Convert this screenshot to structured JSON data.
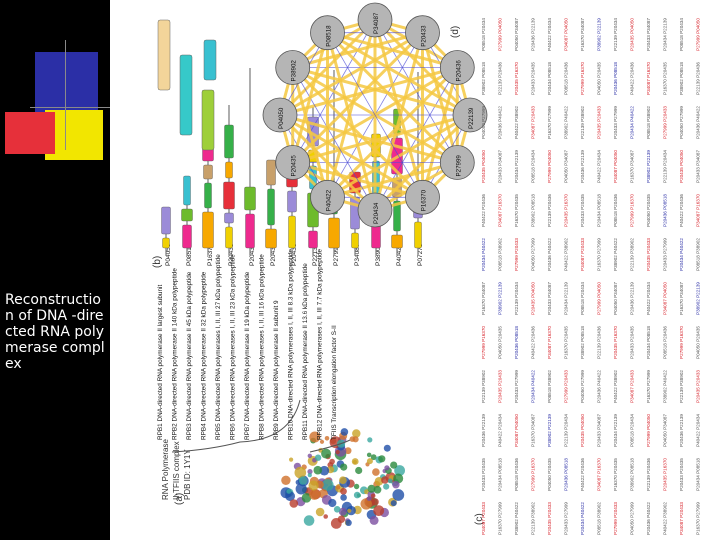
{
  "slide": {
    "caption": "Reconstruction of DNA -directed RNA polymerase complex",
    "colors": {
      "background": "#000000",
      "blue": "#2b2fa6",
      "yellow": "#f2e600",
      "red": "#e6303a",
      "yellow_edge": "#f5c842"
    }
  },
  "figure": {
    "panel_labels": [
      "(a)",
      "(b)",
      "(c)",
      "(d)"
    ],
    "structure_caption": [
      "RNA Polymerase",
      "II-TFIIS complex",
      "PDB ID: 1Y1Y"
    ],
    "subunits": [
      "RPB1 DNA-directed RNA polymerase II largest subunit",
      "RPB2 DNA-directed RNA polymerase II 140 kDa polypeptide",
      "RPB3 DNA-directed RNA polymerase II 45 kDa polypeptide",
      "RPB4 DNA-directed RNA polymerase II 32 kDa polypeptide",
      "RPB5 DNA-directed RNA polymerases I, II, III 27 kDa polypeptide",
      "RPB6 DNA-directed RNA polymerases I, II, III 23 kDa polypeptide",
      "RPB7 DNA-directed RNA polymerase II 19 kDa polypeptide",
      "RPB8 DNA-directed RNA polymerases I, II, III 16 kDa polypeptide",
      "RPB9 DNA-directed RNA polymerase II subunit 9",
      "RPB10 DNA-directed RNA polymerases I, II, III 8.3 kDa polypeptide",
      "RPB11 DNA-directed RNA polymerase II 13.6 kDa polypeptide",
      "RPB12 DNA-directed RNA polymerases I, II, III 7.7 kDa polypeptide",
      "TFIIS Transcription elongation factor S-II"
    ],
    "network_nodes": [
      "P34087",
      "P20433",
      "P20436",
      "P22139",
      "P27999",
      "P16370",
      "P20434",
      "P40422",
      "P20435",
      "P04050",
      "P38902",
      "P08518"
    ],
    "chain_ids": [
      "P04050",
      "P08518",
      "P16370",
      "P20433",
      "P20434",
      "P20435",
      "P20436",
      "P22139",
      "P27999",
      "P34087",
      "P38902",
      "P40422",
      "P07273"
    ]
  }
}
